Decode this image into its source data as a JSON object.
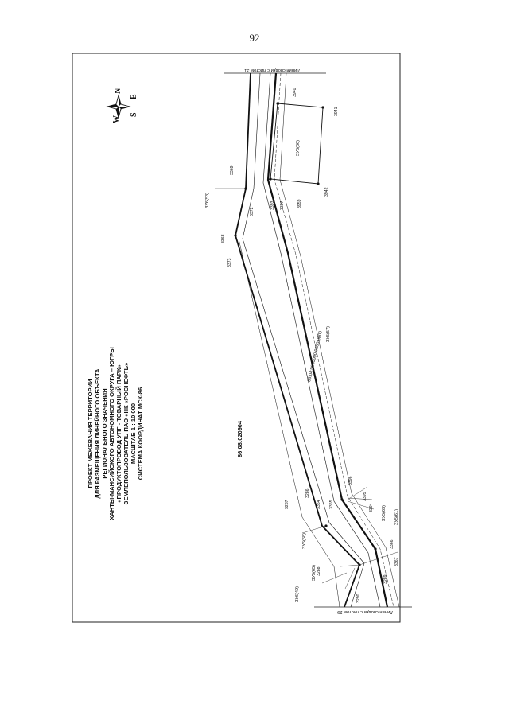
{
  "page": {
    "number": "92"
  },
  "title_block": {
    "lines": [
      "ПРОЕКТ МЕЖЕВАНИЯ ТЕРРИТОРИИ",
      "ДЛЯ РАЗМЕЩЕНИЯ ЛИНЕЙНОГО ОБЪЕКТА",
      "РЕГИОНАЛЬНОГО ЗНАЧЕНИЯ",
      "ХАНТЫ-МАНСИЙСКОГО АВТОНОМНОГО ОКРУГА – ЮГРЫ",
      "«ПРОДУКТОПРОВОД УПГ - ТОВАРНЫЙ ПАРК»",
      "ЗЕМЛЕПОЛЬЗОВАТЕЛЬ ПАО «НК «РОСНЕФТЬ»",
      "МАСШТАБ 1 : 10 000",
      "СИСТЕМА КООРДИНАТ МСК-86"
    ]
  },
  "compass": {
    "north": "N",
    "south": "S",
    "east": "E",
    "west": "W"
  },
  "cadastral_quarter": "86:08:020904",
  "license_area": "86:04:0000000:0000:0000",
  "match_lines": {
    "top": "Линия сводки с листом 31",
    "bottom": "Линия сводки с листом 29"
  },
  "zones": {
    "zu53": "ЗУ6(53)",
    "zu66": "ЗУ6(66)",
    "zu57": "ЗУ5(57)",
    "zu63": "ЗУ5(63)",
    "zu61": "ЗУ5(61)",
    "zu68": "ЗУ6(68)",
    "zu65": "ЗУ5(65)",
    "zu49": "ЗУ6(49)"
  },
  "points": {
    "p3940": "3940",
    "p3941": "3941",
    "p3942": "3942",
    "p3959": "3959",
    "p3397": "3397",
    "p3393": "3393",
    "p3372": "3372",
    "p3369": "3369",
    "p3368": "3368",
    "p3373": "3373",
    "p3396": "3396",
    "p3395": "3395",
    "p3394": "3394",
    "p3288": "3288",
    "p3287": "3287",
    "p3364": "3364",
    "p3365": "3365",
    "p3366": "3366",
    "p3367": "3367",
    "p3289": "3289",
    "p3290": "3290",
    "p3286": "3286"
  }
}
